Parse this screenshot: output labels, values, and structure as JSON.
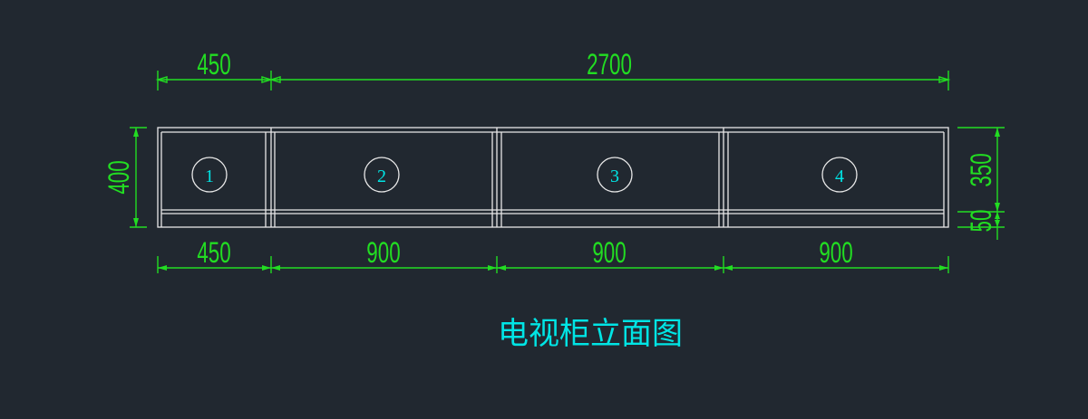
{
  "drawing": {
    "title": "电视柜立面图",
    "colors": {
      "background": "#212830",
      "dimension": "#22dd22",
      "outline": "#e8e8e8",
      "annotation": "#00e5e5"
    },
    "top_dimensions": {
      "left": "450",
      "overall": "2700"
    },
    "bottom_dimensions": [
      "450",
      "900",
      "900",
      "900"
    ],
    "left_dimension": "400",
    "right_dimensions": {
      "upper": "350",
      "lower": "50"
    },
    "compartment_marks": [
      "1",
      "2",
      "3",
      "4"
    ]
  }
}
